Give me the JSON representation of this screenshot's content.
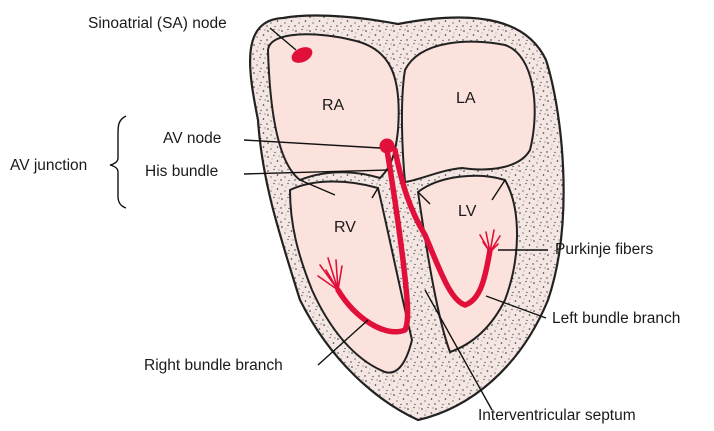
{
  "labels": {
    "sa_node": "Sinoatrial (SA) node",
    "av_junction": "AV junction",
    "av_node": "AV node",
    "his_bundle": "His bundle",
    "purkinje": "Purkinje fibers",
    "left_bundle": "Left bundle branch",
    "right_bundle": "Right bundle branch",
    "septum": "Interventricular septum"
  },
  "chambers": {
    "ra": "RA",
    "la": "LA",
    "rv": "RV",
    "lv": "LV"
  },
  "colors": {
    "conduction": "#e0103a",
    "cavity": "#fbe2dc",
    "wall": "#f4e6e2",
    "outline": "#222222"
  }
}
